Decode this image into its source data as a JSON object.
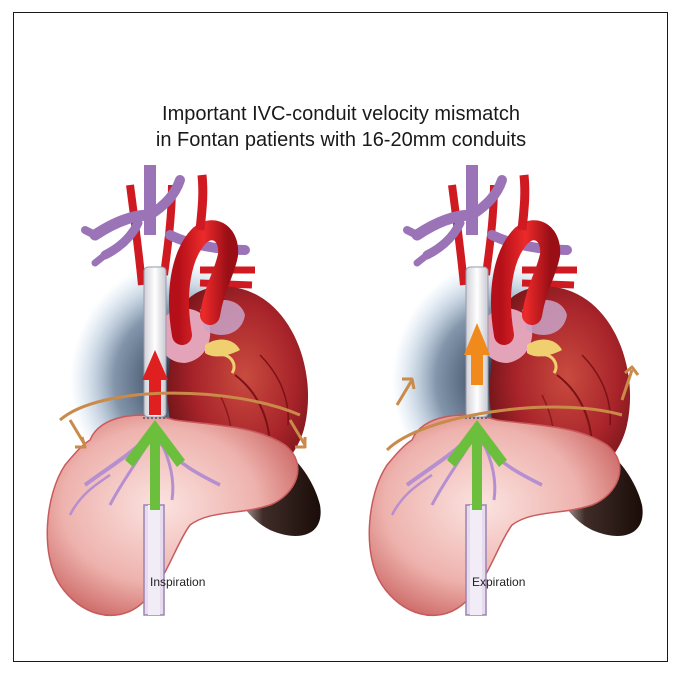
{
  "title": {
    "line1": "Important IVC-conduit velocity mismatch",
    "line2": "in Fontan patients with 16-20mm conduits"
  },
  "panels": [
    {
      "caption": "Inspiration",
      "conduit_arrow_color": "#e02020",
      "diaphragm_arrow_direction": "down"
    },
    {
      "caption": "Expiration",
      "conduit_arrow_color": "#f08a1c",
      "diaphragm_arrow_direction": "up"
    }
  ],
  "colors": {
    "heart": "#b8262a",
    "aorta": "#e0141e",
    "veins": "#9b74b8",
    "liver": "#e9a3a3",
    "hepatic_flow": "#6cbf3c",
    "diaphragm_arrow": "#c98a4a",
    "shadow": "#1d2a40"
  }
}
